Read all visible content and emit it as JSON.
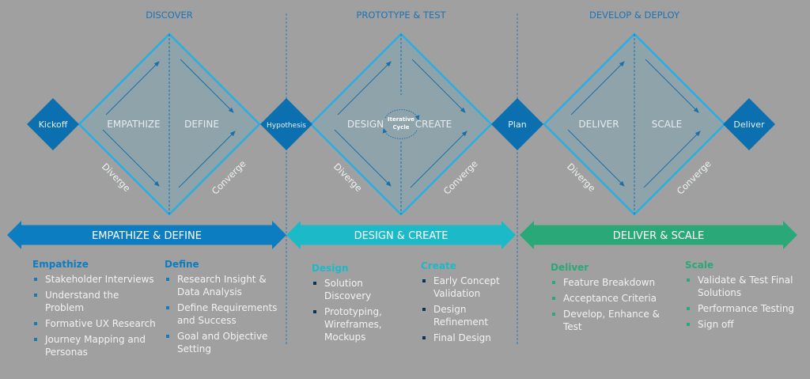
{
  "colors": {
    "background": "#a0a0a0",
    "diamond_fill": "#8fa3ab",
    "diamond_stroke": "#29aee3",
    "milestone": "#0b6fb0",
    "phase_title": "#1b75b8",
    "band_blue": "#0d7dc1",
    "band_teal": "#1cbac8",
    "band_green": "#2ba877",
    "text_light": "#f2f2f2"
  },
  "phases": [
    {
      "title": "DISCOVER",
      "left_label": "EMPATHIZE",
      "right_label": "DEFINE",
      "diverge": "Diverge",
      "converge": "Converge"
    },
    {
      "title": "PROTOTYPE & TEST",
      "left_label": "DESIGN",
      "right_label": "CREATE",
      "diverge": "Diverge",
      "converge": "Converge",
      "cycle_line1": "Iterative",
      "cycle_line2": "Cycle"
    },
    {
      "title": "DEVELOP & DEPLOY",
      "left_label": "DELIVER",
      "right_label": "SCALE",
      "diverge": "Diverge",
      "converge": "Converge"
    }
  ],
  "milestones": [
    "Kickoff",
    "Hypothesis",
    "Plan",
    "Deliver"
  ],
  "bands": [
    {
      "label": "EMPATHIZE & DEFINE",
      "color": "#0d7dc1"
    },
    {
      "label": "DESIGN & CREATE",
      "color": "#1cbac8"
    },
    {
      "label": "DELIVER & SCALE",
      "color": "#2ba877"
    }
  ],
  "columns": [
    {
      "heading": "Empathize",
      "color": "#0d7dc1",
      "bullet": "#0d7dc1",
      "items": [
        "Stakeholder Interviews",
        "Understand the Problem",
        "Formative UX Research",
        "Journey Mapping and Personas"
      ]
    },
    {
      "heading": "Define",
      "color": "#0d7dc1",
      "bullet": "#0d7dc1",
      "items": [
        "Research Insight & Data Analysis",
        "Define Requirements and Success",
        "Goal and Objective Setting"
      ]
    },
    {
      "heading": "Design",
      "color": "#1cbac8",
      "bullet": "#0a3550",
      "items": [
        "Solution Discovery",
        "Prototyping, Wireframes, Mockups"
      ]
    },
    {
      "heading": "Create",
      "color": "#1cbac8",
      "bullet": "#0a3550",
      "items": [
        "Early Concept Validation",
        "Design Refinement",
        "Final Design"
      ]
    },
    {
      "heading": "Deliver",
      "color": "#2ba877",
      "bullet": "#2ba877",
      "items": [
        "Feature Breakdown",
        "Acceptance Criteria",
        "Develop, Enhance & Test"
      ]
    },
    {
      "heading": "Scale",
      "color": "#2ba877",
      "bullet": "#2ba877",
      "items": [
        "Validate & Test Final  Solutions",
        "Performance Testing",
        "Sign off"
      ]
    }
  ]
}
